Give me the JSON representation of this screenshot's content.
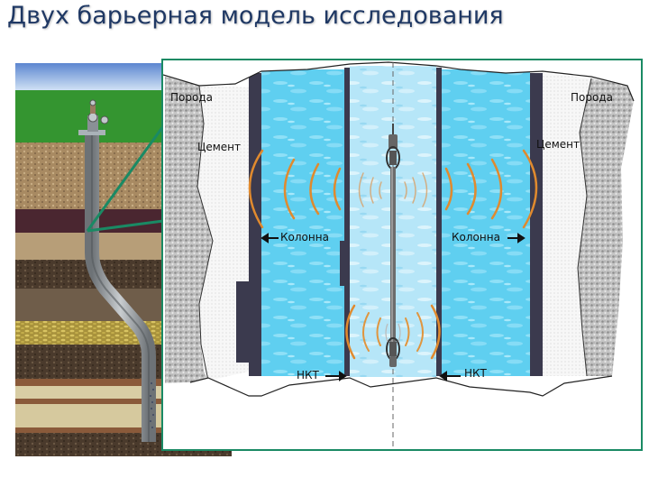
{
  "title": "Двух барьерная модель исследования",
  "colors": {
    "title": "#1f3864",
    "panel_border": "#1a8a64",
    "pointer_lines": "#1a8a64",
    "casing": "#3b3a4e",
    "annulus_water": "#5fd0f0",
    "tubing_water": "#bfe9f8",
    "cement": "#f4f4f4",
    "rock": "#b8b8b8",
    "wave_arcs": "#e08a2e"
  },
  "well_illustration": {
    "layers": [
      "sky",
      "grass",
      "sand-gravel",
      "dark-red-clay",
      "sand",
      "dark-soil",
      "gravel",
      "yellow-gravel",
      "brown-soil",
      "clay-band",
      "light-sand",
      "clay-band",
      "light-sand",
      "clay-band",
      "dark-soil"
    ],
    "elements": [
      "wellhead",
      "curved-well-bore",
      "perforation-zone"
    ]
  },
  "cross_section": {
    "labels": {
      "rock_left": "Порода",
      "rock_right": "Порода",
      "cement_left": "Цемент",
      "cement_right": "Цемент",
      "casing_left": "Колонна",
      "casing_right": "Колонна",
      "tubing_left": "НКТ",
      "tubing_right": "НКТ"
    },
    "elements": [
      "rock-formation",
      "cement-sheath",
      "casing-string",
      "annulus",
      "tubing",
      "logging-tool",
      "acoustic-waves",
      "centerline"
    ]
  }
}
